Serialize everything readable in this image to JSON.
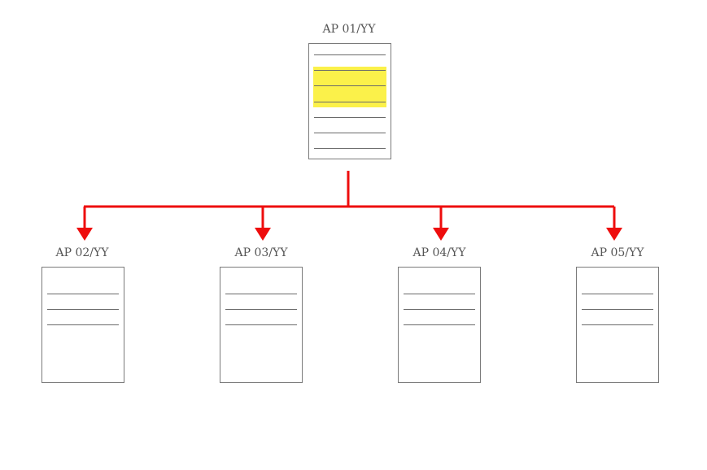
{
  "parent": {
    "label": "AP 01/YY"
  },
  "children": [
    {
      "label": "AP 02/YY"
    },
    {
      "label": "AP 03/YY"
    },
    {
      "label": "AP 04/YY"
    },
    {
      "label": "AP 05/YY"
    }
  ],
  "colors": {
    "connector": "#ee0d0d",
    "highlight": "#fbf14a",
    "document_border": "#7a7a7a"
  }
}
